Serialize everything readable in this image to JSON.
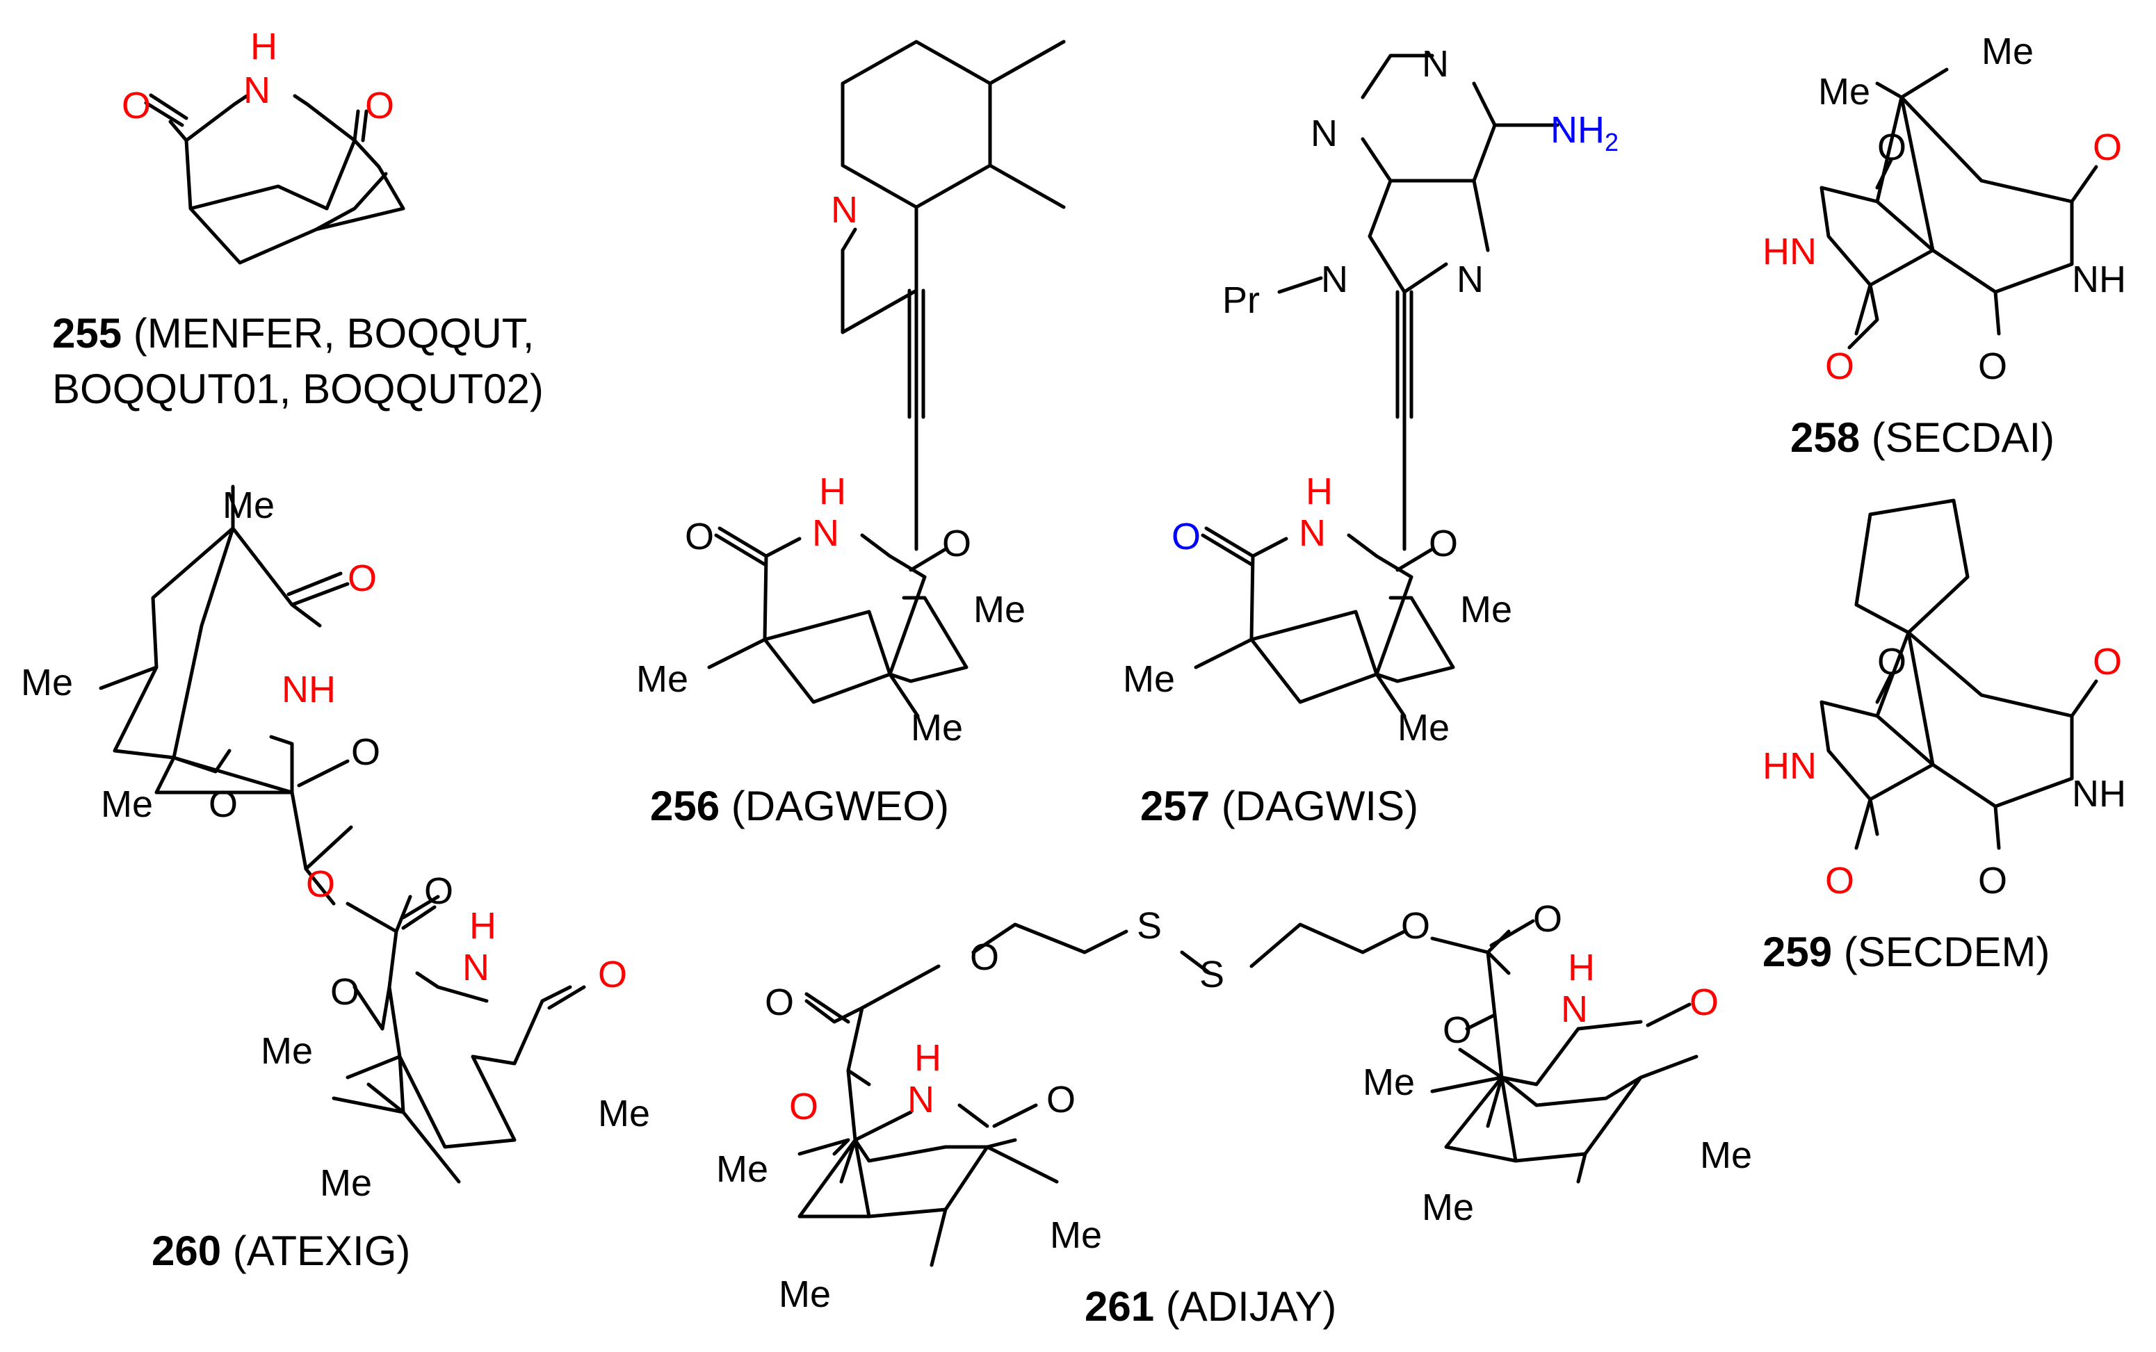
{
  "colors": {
    "bond": "#000000",
    "heteroatom_O": "#ff0000",
    "heteroatom_N": "#ff0000",
    "amine_N": "#0000ff",
    "carbonyl_O_257": "#0000ff",
    "plain": "#000000"
  },
  "compounds": [
    {
      "number": "255",
      "codes": "(MENFER, BOQQUT,",
      "codes2": "BOQQUT01, BOQQUT02)"
    },
    {
      "number": "256",
      "codes": "(DAGWEO)"
    },
    {
      "number": "257",
      "codes": "(DAGWIS)"
    },
    {
      "number": "258",
      "codes": "(SECDAI)"
    },
    {
      "number": "259",
      "codes": "(SECDEM)"
    },
    {
      "number": "260",
      "codes": "(ATEXIG)"
    },
    {
      "number": "261",
      "codes": "(ADIJAY)"
    }
  ],
  "labels": {
    "O": "O",
    "H": "H",
    "N": "N",
    "NH": "NH",
    "HN": "HN",
    "Me": "Me",
    "Pr": "Pr",
    "S": "S",
    "NH2_main": "NH",
    "NH2_sub": "2"
  }
}
